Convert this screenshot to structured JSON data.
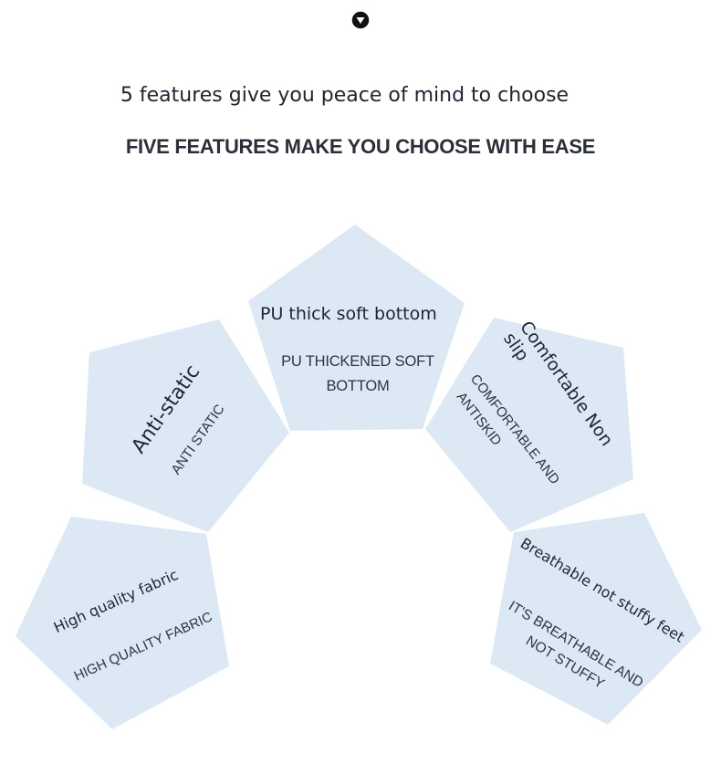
{
  "heading": {
    "title": "5 features give you peace of mind to choose",
    "subtitle": "FIVE FEATURES MAKE YOU CHOOSE WITH EASE"
  },
  "colors": {
    "panel_fill": "#dce8f4",
    "text": "#1f2530",
    "icon_bg": "#111111"
  },
  "icons": {
    "top": "triangle-down-circle-icon"
  },
  "features": [
    {
      "name": "PU thick soft bottom",
      "en_lines": [
        "PU THICKENED SOFT",
        "BOTTOM"
      ]
    },
    {
      "name": "Anti-static",
      "en_lines": [
        "ANTI STATIC"
      ]
    },
    {
      "name_lines": [
        "Comfortable Non",
        "slip"
      ],
      "en_lines": [
        "COMFORTABLE AND",
        "ANTISKID"
      ]
    },
    {
      "name": "High quality fabric",
      "en_lines": [
        "HIGH QUALITY FABRIC"
      ]
    },
    {
      "name": "Breathable not stuffy feet",
      "en_lines": [
        "IT'S BREATHABLE AND",
        "NOT STUFFY"
      ]
    }
  ]
}
